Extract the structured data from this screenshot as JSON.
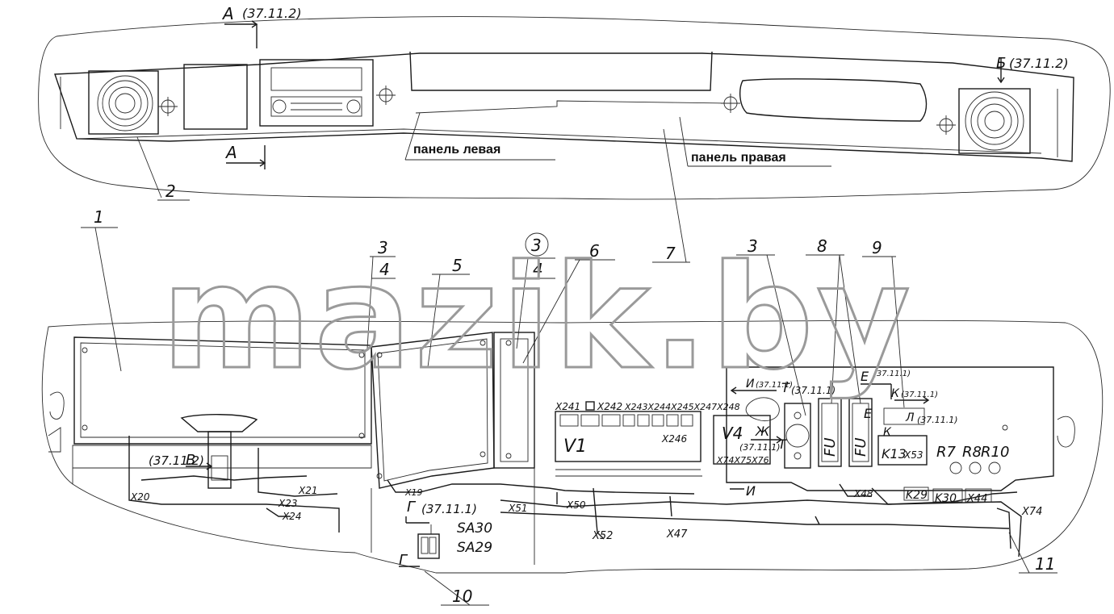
{
  "diagram": {
    "views": {
      "view_a": "А",
      "view_a_ref": "(37.11.2)",
      "view_b": "Б",
      "view_b_ref": "(37.11.2)"
    },
    "panels": {
      "left": "панель левая",
      "right": "панель правая"
    },
    "callouts": [
      "1",
      "2",
      "3",
      "4",
      "5",
      "3",
      "4",
      "6",
      "7",
      "3",
      "8",
      "9",
      "10",
      "11"
    ],
    "components": {
      "v1": "V1",
      "v4": "V4",
      "fu1": "FU",
      "fu2": "FU",
      "k13": "K13",
      "x53": "X53",
      "r7": "R7",
      "r8": "R8",
      "r10": "R10",
      "k29": "K29",
      "k30": "K30",
      "x44": "X44",
      "sa30": "SA30",
      "sa29": "SA29"
    },
    "connectors": {
      "x241": "X241",
      "x242": "X242",
      "x243_248": "X243X244X245X247X248",
      "x246": "X246",
      "x74_76": "X74X75X76",
      "x20": "X20",
      "x21": "X21",
      "x23": "X23",
      "x24": "X24",
      "x19": "X19",
      "x51": "X51",
      "x50": "X50",
      "x52": "X52",
      "x47": "X47",
      "x48": "X48",
      "x74": "X74"
    },
    "section_marks": {
      "v": "В",
      "v_ref": "(37.11.2)",
      "g": "Г",
      "g_ref": "(37.11.1)",
      "g2": "Г",
      "t": "Т",
      "t_ref": "(37.11.1)",
      "t2": "Т",
      "i": "И",
      "i_ref": "(37.11.1)",
      "i2": "И",
      "zh": "Ж",
      "zh_ref": "(37.11.1)",
      "e": "Е",
      "e_ref": "(37.11.1)",
      "e2": "Е",
      "k": "К",
      "k_ref": "(37.11.1)",
      "k2": "К",
      "l": "Л",
      "l_ref": "(37.11.1)"
    },
    "watermark": "mazik.by"
  }
}
